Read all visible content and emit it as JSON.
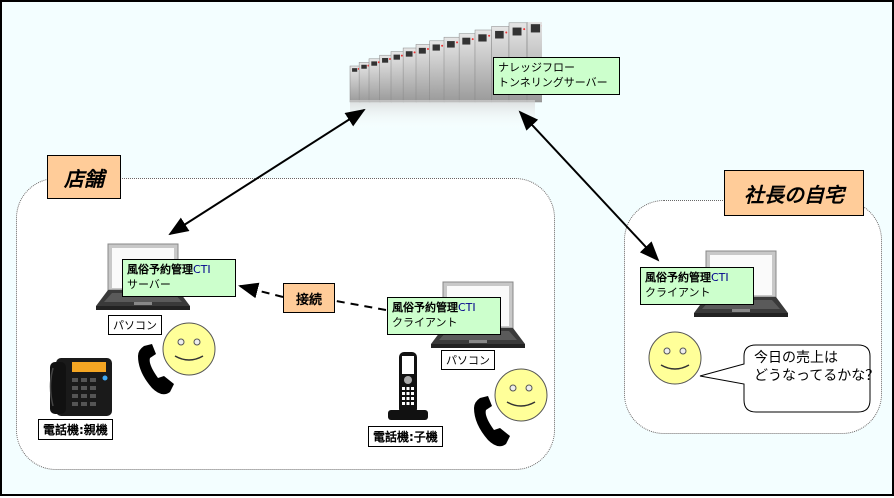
{
  "server": {
    "label_line1": "ナレッジフロー",
    "label_line2": "トンネリングサーバー",
    "icon": "server-rack-icon"
  },
  "store": {
    "title": "店舗",
    "connection_label": "接続",
    "server_pc": {
      "app_name": "風俗予約管理",
      "app_suffix": "CTI",
      "role": "サーバー",
      "device_label": "パソコン"
    },
    "client_pc": {
      "app_name": "風俗予約管理",
      "app_suffix": "CTI",
      "role": "クライアント",
      "device_label": "パソコン"
    },
    "base_phone_label": "電話機:親機",
    "handset_label": "電話機:子機"
  },
  "home": {
    "title": "社長の自宅",
    "client_pc": {
      "app_name": "風俗予約管理",
      "app_suffix": "CTI",
      "role": "クライアント"
    },
    "speech_line1": "今日の売上は",
    "speech_line2": "どうなってるかな？"
  },
  "colors": {
    "background": "#f3feff",
    "zone_title": "#ffcc99",
    "app_label": "#ccffcc",
    "smiley": "#ffff99"
  }
}
